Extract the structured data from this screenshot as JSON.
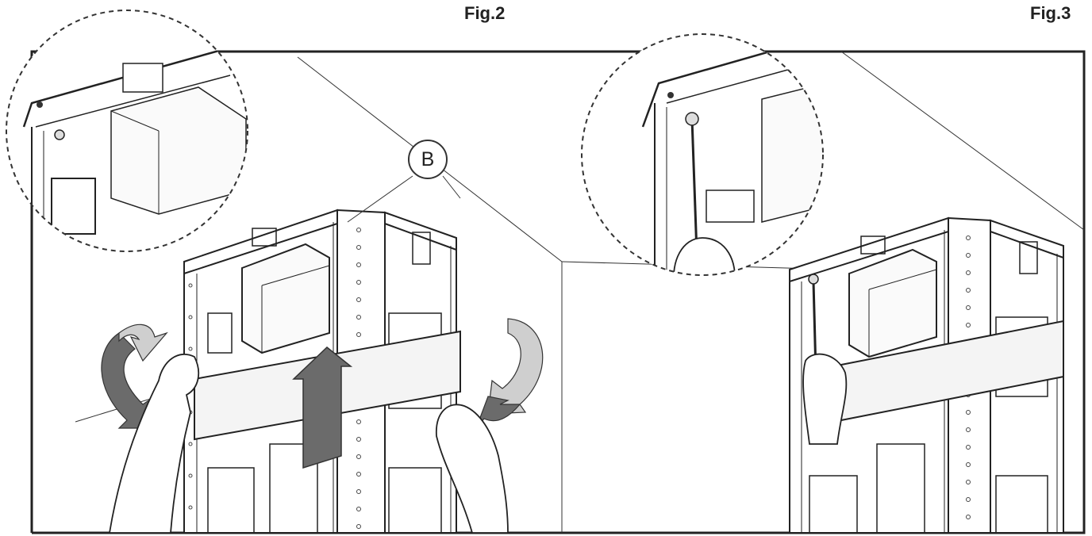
{
  "figures": [
    {
      "label": "Fig.2"
    },
    {
      "label": "Fig.3"
    }
  ],
  "callouts": [
    {
      "letter": "B"
    }
  ],
  "colors": {
    "line": "#222222",
    "arrow_dark": "#6b6b6b",
    "arrow_light": "#cfcfcf",
    "panel": "#f4f4f4"
  }
}
